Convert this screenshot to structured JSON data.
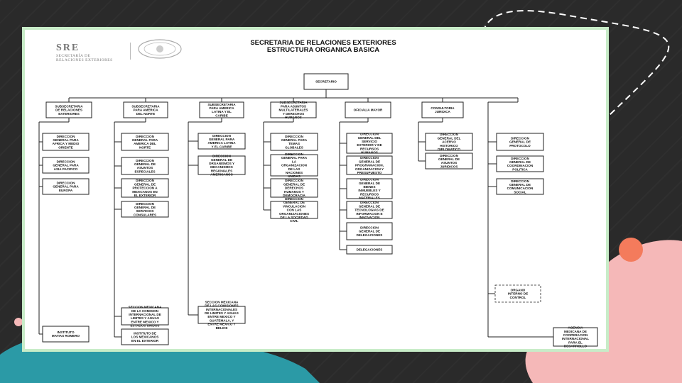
{
  "header": {
    "logo_text": "SRE",
    "logo_subtitle_1": "SECRETARÍA DE",
    "logo_subtitle_2": "RELACIONES EXTERIORES",
    "title_line_1": "SECRETARIA DE RELACIONES EXTERIORES",
    "title_line_2": "ESTRUCTURA ORGANICA BASICA"
  },
  "org": {
    "root": "SECRETARIO",
    "columns": [
      {
        "head": [
          "SUBSECRETARIA",
          "DE RELACIONES",
          "EXTERIORES"
        ],
        "items": [
          [
            "DIRECCION",
            "GENERAL PARA",
            "AFRICA Y MEDIO",
            "ORIENTE"
          ],
          [
            "DIRECCION",
            "GENERAL PARA",
            "ASIA PACIFICO"
          ],
          [
            "DIRECCION",
            "GENERAL PARA",
            "EUROPA"
          ]
        ],
        "bottom": [
          [
            "INSTITUTO",
            "MATIAS ROMERO"
          ]
        ]
      },
      {
        "head": [
          "SUBSECRETARIA",
          "PARA AMERICA",
          "DEL NORTE"
        ],
        "items": [
          [
            "DIRECCION",
            "GENERAL PARA",
            "AMERICA DEL",
            "NORTE"
          ],
          [
            "DIRECCION",
            "GENERAL DE",
            "ASUNTOS",
            "ESPECIALES"
          ],
          [
            "DIRECCION",
            "GENERAL DE",
            "PROTECCION A",
            "MEXICANOS EN",
            "EL EXTERIOR"
          ],
          [
            "DIRECCION",
            "GENERAL DE",
            "SERVICIOS",
            "CONSULARES"
          ]
        ],
        "bottom": [
          [
            "SECCION MEXICANA",
            "DE LA COMISION",
            "INTERNACIONAL DE",
            "LIMITES Y AGUAS",
            "ENTRE MEXICO Y",
            "ESTADOS UNIDOS"
          ],
          [
            "INSTITUTO DE",
            "LOS MEXICANOS",
            "EN EL EXTERIOR"
          ]
        ]
      },
      {
        "head": [
          "SUBSECRETARIA",
          "PARA AMERICA",
          "LATINA Y EL",
          "CARIBE"
        ],
        "items": [
          [
            "DIRECCION",
            "GENERAL PARA",
            "AMERICA LATINA",
            "Y EL CARIBE"
          ],
          [
            "DIRECCION",
            "GENERAL DE",
            "ORGANISMOS Y",
            "MECANISMOS",
            "REGIONALES",
            "AMERICANOS"
          ]
        ],
        "bottom": [
          [
            "SECCION MEXICANA",
            "DE LAS COMISIONES",
            "INTERNACIONALES",
            "DE LIMITES Y AGUAS",
            "ENTRE MEXICO Y",
            "GUATEMALA, Y",
            "ENTRE MEXICO Y",
            "BELICE"
          ]
        ]
      },
      {
        "head": [
          "SUBSECRETARIA",
          "PARA ASUNTOS",
          "MULTILATERALES",
          "Y DERECHOS",
          "HUMANOS"
        ],
        "items": [
          [
            "DIRECCION",
            "GENERAL PARA",
            "TEMAS",
            "GLOBALES"
          ],
          [
            "DIRECCION",
            "GENERAL PARA",
            "LA",
            "ORGANIZACION",
            "DE LAS",
            "NACIONES",
            "UNIDAS"
          ],
          [
            "DIRECCION",
            "GENERAL DE",
            "DERECHOS",
            "HUMANOS Y",
            "DEMOCRACIA"
          ],
          [
            "DIRECCION",
            "GENERAL DE",
            "VINCULACION",
            "CON LAS",
            "ORGANIZACIONES",
            "DE LA SOCIEDAD",
            "CIVIL"
          ]
        ],
        "bottom": []
      },
      {
        "head": [
          "OFICIALIA MAYOR"
        ],
        "items": [
          [
            "DIRECCION",
            "GENERAL DEL",
            "SERVICIO",
            "EXTERIOR Y DE",
            "RECURSOS",
            "HUMANOS"
          ],
          [
            "DIRECCION",
            "GENERAL DE",
            "PROGRAMACION,",
            "ORGANIZACION Y",
            "PRESUPUESTO"
          ],
          [
            "DIRECCION",
            "GENERAL DE",
            "BIENES",
            "INMUEBLES Y",
            "RECURSOS",
            "MATERIALES"
          ],
          [
            "DIRECCION",
            "GENERAL DE",
            "TECNOLOGIAS DE",
            "INFORMACION E",
            "INNOVACION"
          ],
          [
            "DIRECCION",
            "GENERAL DE",
            "DELEGACIONES"
          ],
          [
            "DELEGACIONES"
          ]
        ],
        "bottom": []
      },
      {
        "head": [
          "CONSULTORIA",
          "JURIDICA"
        ],
        "items": [
          [
            "DIRECCION",
            "GENERAL DEL",
            "ACERVO",
            "HISTORICO",
            "DIPLOMATICO"
          ],
          [
            "DIRECCION",
            "GENERAL DE",
            "ASUNTOS",
            "JURIDICOS"
          ]
        ],
        "bottom": []
      },
      {
        "head": [],
        "items": [
          [
            "DIRECCION",
            "GENERAL DE",
            "PROTOCOLO"
          ],
          [
            "DIRECCION",
            "GENERAL DE",
            "COORDINACION",
            "POLITICA"
          ],
          [
            "DIRECCION",
            "GENERAL DE",
            "COMUNICACION",
            "SOCIAL"
          ]
        ],
        "dashed": [
          "ORGANO",
          "INTERNO DE",
          "CONTROL"
        ],
        "bottom": [
          [
            "AGENCIA",
            "MEXICANA DE",
            "COOPERACION",
            "INTERNACIONAL",
            "PARA EL",
            "DESARROLLO"
          ]
        ]
      }
    ]
  },
  "colors": {
    "background": "#2a2a2a",
    "frame": "#c8ecc8",
    "teal_blob": "#2b9aa6",
    "pink_blob": "#f5b8b8",
    "orange_dot": "#f47b5c"
  }
}
